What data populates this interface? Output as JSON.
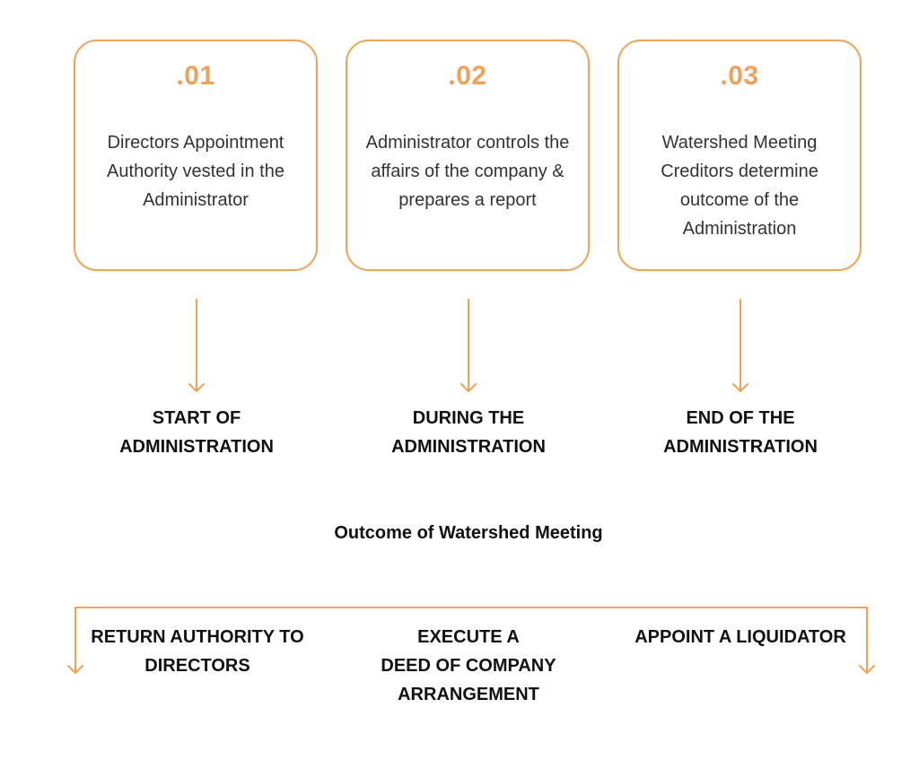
{
  "colors": {
    "accent": "#f0a255",
    "text": "#333333",
    "heading": "#111111"
  },
  "steps": [
    {
      "number": ".01",
      "description": "Directors Appointment Authority vested in the Administrator",
      "stage": [
        "START OF",
        "ADMINISTRATION"
      ]
    },
    {
      "number": ".02",
      "description": "Administrator controls the affairs of the company & prepares a report",
      "stage": [
        "DURING THE",
        "ADMINISTRATION"
      ]
    },
    {
      "number": ".03",
      "description": "Watershed Meeting Creditors determine outcome of the Administration",
      "stage": [
        "END OF THE",
        "ADMINISTRATION"
      ]
    }
  ],
  "outcome": {
    "title": "Outcome of Watershed Meeting",
    "options": [
      [
        "RETURN AUTHORITY TO",
        "DIRECTORS"
      ],
      [
        "EXECUTE A",
        "DEED OF COMPANY",
        "ARRANGEMENT"
      ],
      [
        "APPOINT A LIQUIDATOR"
      ]
    ]
  }
}
